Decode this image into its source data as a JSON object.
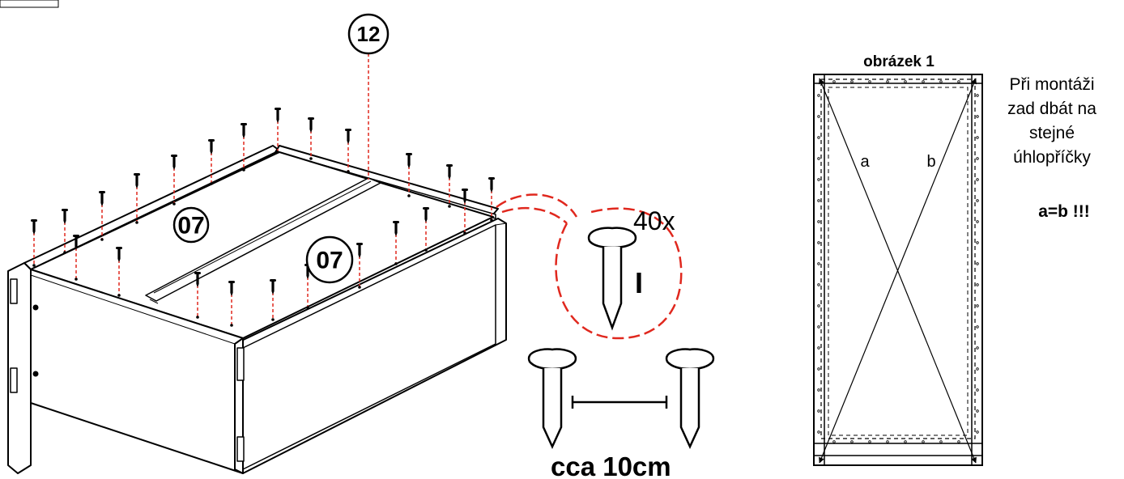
{
  "callout_step": "12",
  "assembly": {
    "part_label_left": "07",
    "part_label_right": "07"
  },
  "nail_callout": {
    "quantity": "40x",
    "hammer_mark": "I"
  },
  "spacing": {
    "label": "cca 10cm"
  },
  "figure": {
    "title": "obrázek 1",
    "diagonal_a": "a",
    "diagonal_b": "b"
  },
  "note": {
    "lines": [
      "Při montáži",
      "zad dbát na",
      "stejné",
      "úhlopříčky"
    ],
    "equation": "a=b !!!"
  },
  "colors": {
    "lines": "#000000",
    "dashed_guides": "#e0281e"
  }
}
